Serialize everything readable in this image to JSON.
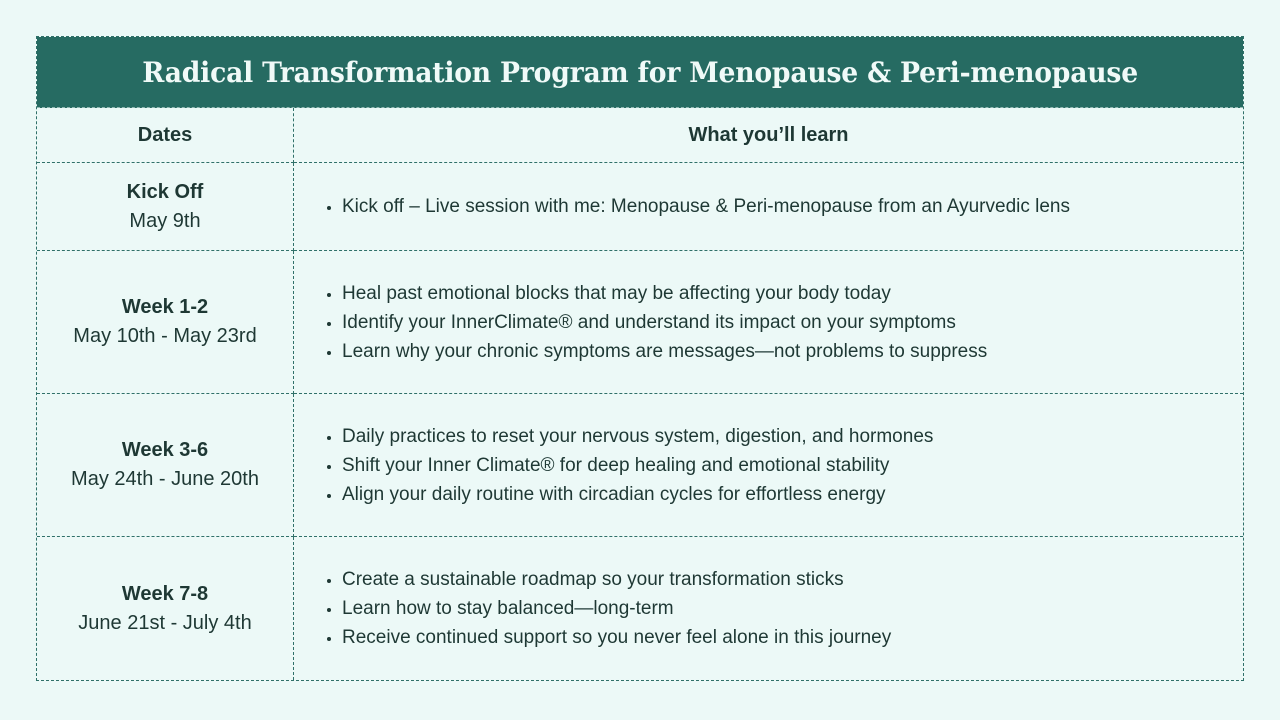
{
  "title": "Radical Transformation Program for Menopause & Peri-menopause",
  "columns": {
    "dates": "Dates",
    "learn": "What you’ll learn"
  },
  "rows": [
    {
      "period": "Kick Off",
      "dates": "May 9th",
      "items": [
        "Kick off – Live session with me: Menopause & Peri-menopause from an Ayurvedic lens"
      ]
    },
    {
      "period": "Week 1-2",
      "dates": "May 10th - May 23rd",
      "items": [
        "Heal past emotional blocks that may be affecting your body today",
        "Identify your InnerClimate® and understand its impact on your symptoms",
        "Learn why your chronic symptoms are messages—not problems to suppress"
      ]
    },
    {
      "period": "Week 3-6",
      "dates": "May 24th - June 20th",
      "items": [
        "Daily practices to reset your nervous system, digestion, and hormones",
        "Shift your Inner Climate® for deep healing and emotional stability",
        "Align your daily routine with circadian cycles for effortless energy"
      ]
    },
    {
      "period": "Week 7-8",
      "dates": "June 21st - July 4th",
      "items": [
        "Create a sustainable roadmap so your transformation sticks",
        "Learn how to stay balanced—long-term",
        "Receive continued support so you never feel alone in this journey"
      ]
    }
  ],
  "colors": {
    "page_bg": "#ecf9f7",
    "header_bg": "#266b62",
    "border": "#2f7069",
    "text": "#1e3834",
    "title_text": "#f0faf8"
  }
}
